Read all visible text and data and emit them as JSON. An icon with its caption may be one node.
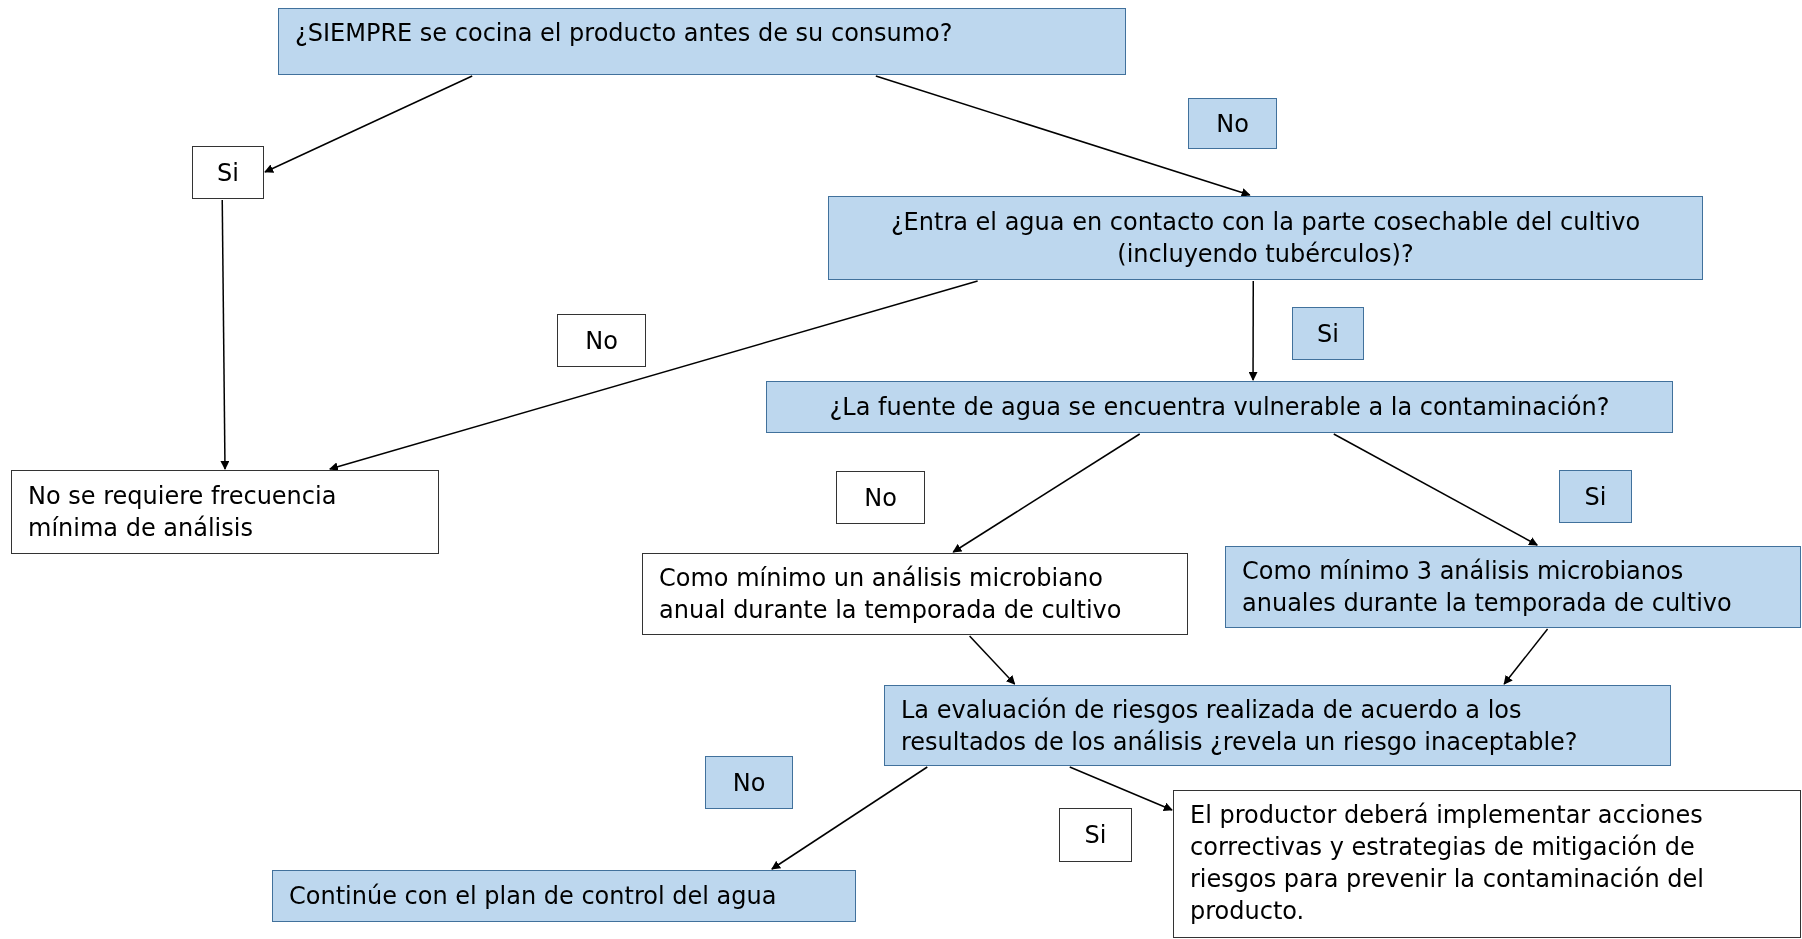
{
  "diagram": {
    "nodes": [
      {
        "text": [
          "¿SIEMPRE se cocina el producto antes de su consumo?"
        ]
      },
      {
        "text": [
          "Si"
        ]
      },
      {
        "text": [
          "No"
        ]
      },
      {
        "text": [
          "¿Entra el agua en contacto con la parte cosechable del cultivo (incluyendo tubérculos)?"
        ]
      },
      {
        "text": [
          "No"
        ]
      },
      {
        "text": [
          "Si"
        ]
      },
      {
        "text": [
          "¿La fuente de agua se encuentra vulnerable a la contaminación?"
        ]
      },
      {
        "text": [
          "No se requiere frecuencia mínima de análisis"
        ]
      },
      {
        "text": [
          "No"
        ]
      },
      {
        "text": [
          "Si"
        ]
      },
      {
        "text": [
          "Como mínimo un análisis microbiano anual durante la temporada de cultivo"
        ]
      },
      {
        "text": [
          "Como mínimo 3 análisis microbianos anuales durante la temporada de cultivo"
        ]
      },
      {
        "text": [
          "La evaluación de riesgos realizada de acuerdo a los resultados de los análisis ¿revela un riesgo inaceptable?"
        ]
      },
      {
        "text": [
          "No"
        ]
      },
      {
        "text": [
          "Si"
        ]
      },
      {
        "text": [
          "Continúe con el plan de control del agua"
        ]
      },
      {
        "text": [
          "El productor deberá implementar acciones correctivas y estrategias de mitigación de riesgos para prevenir la contaminación del producto."
        ]
      }
    ],
    "edges": [
      {
        "from": 0,
        "to": 1,
        "arrow": "to"
      },
      {
        "from": 1,
        "to": 7,
        "arrow": "to"
      },
      {
        "from": 0,
        "to": 3,
        "arrow": "to"
      },
      {
        "from": 3,
        "to": 7,
        "arrow": "to"
      },
      {
        "from": 3,
        "to": 6,
        "arrow": "to"
      },
      {
        "from": 6,
        "to": 10,
        "arrow": "to"
      },
      {
        "from": 6,
        "to": 11,
        "arrow": "to"
      },
      {
        "from": 10,
        "to": 12,
        "arrow": "to"
      },
      {
        "from": 11,
        "to": 12,
        "arrow": "to"
      },
      {
        "from": 12,
        "to": 15,
        "arrow": "to"
      },
      {
        "from": 12,
        "to": 16,
        "arrow": "to"
      }
    ]
  }
}
